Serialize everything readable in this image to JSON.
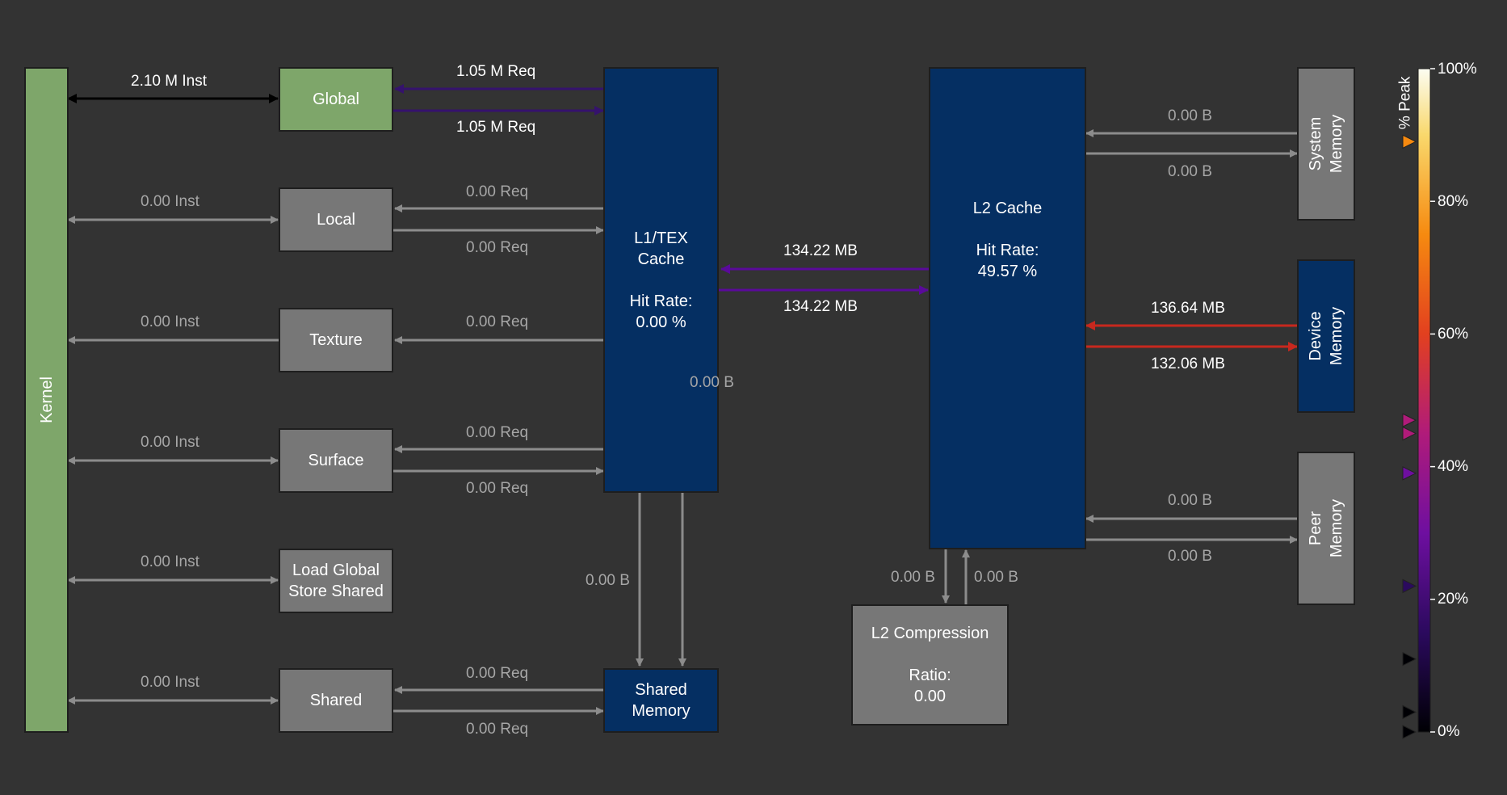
{
  "kernel": {
    "label": "Kernel"
  },
  "units": {
    "global": "Global",
    "local": "Local",
    "texture": "Texture",
    "surface": "Surface",
    "lgss_line1": "Load Global",
    "lgss_line2": "Store Shared",
    "shared": "Shared"
  },
  "inst": {
    "global": "2.10 M Inst",
    "local": "0.00 Inst",
    "texture": "0.00 Inst",
    "surface": "0.00 Inst",
    "lgss": "0.00 Inst",
    "shared": "0.00 Inst"
  },
  "req": {
    "global_in": "1.05 M Req",
    "global_out": "1.05 M Req",
    "local_in": "0.00 Req",
    "local_out": "0.00 Req",
    "texture": "0.00 Req",
    "surface_in": "0.00 Req",
    "surface_out": "0.00 Req",
    "shared_in": "0.00 Req",
    "shared_out": "0.00 Req"
  },
  "l1": {
    "title_line1": "L1/TEX",
    "title_line2": "Cache",
    "hit_label": "Hit Rate:",
    "hit_value": "0.00 %",
    "to_shared_dashed": "0.00 B",
    "to_shared": "0.00 B"
  },
  "shared_memory": {
    "line1": "Shared",
    "line2": "Memory"
  },
  "l1_l2": {
    "top": "134.22 MB",
    "bottom": "134.22 MB"
  },
  "l2": {
    "title": "L2 Cache",
    "hit_label": "Hit Rate:",
    "hit_value": "49.57 %",
    "to_comp": "0.00 B",
    "from_comp": "0.00 B"
  },
  "l2_compression": {
    "title": "L2 Compression",
    "ratio_label": "Ratio:",
    "ratio_value": "0.00"
  },
  "system_memory": {
    "line1": "System",
    "line2": "Memory",
    "in": "0.00 B",
    "out": "0.00 B"
  },
  "device_memory": {
    "line1": "Device",
    "line2": "Memory",
    "in": "136.64 MB",
    "out": "132.06 MB"
  },
  "peer_memory": {
    "line1": "Peer",
    "line2": "Memory",
    "in": "0.00 B",
    "out": "0.00 B"
  },
  "scale": {
    "title": "% Peak",
    "ticks": [
      "100%",
      "80%",
      "60%",
      "40%",
      "20%",
      "0%"
    ],
    "markers_percent": [
      89,
      47,
      45,
      39,
      22,
      11,
      3,
      0
    ]
  },
  "colors": {
    "kernel_green": "#7ea66a",
    "global_green": "#7ea66a",
    "cache_blue": "#052f62",
    "unit_gray": "#777777",
    "inactive_arrow": "#8c8c8c",
    "global_req_arrow": "#35126d",
    "l1_l2_arrow": "#5a0a9a",
    "device_arrow": "#c8281e",
    "l2_port": "#b91e4a"
  }
}
